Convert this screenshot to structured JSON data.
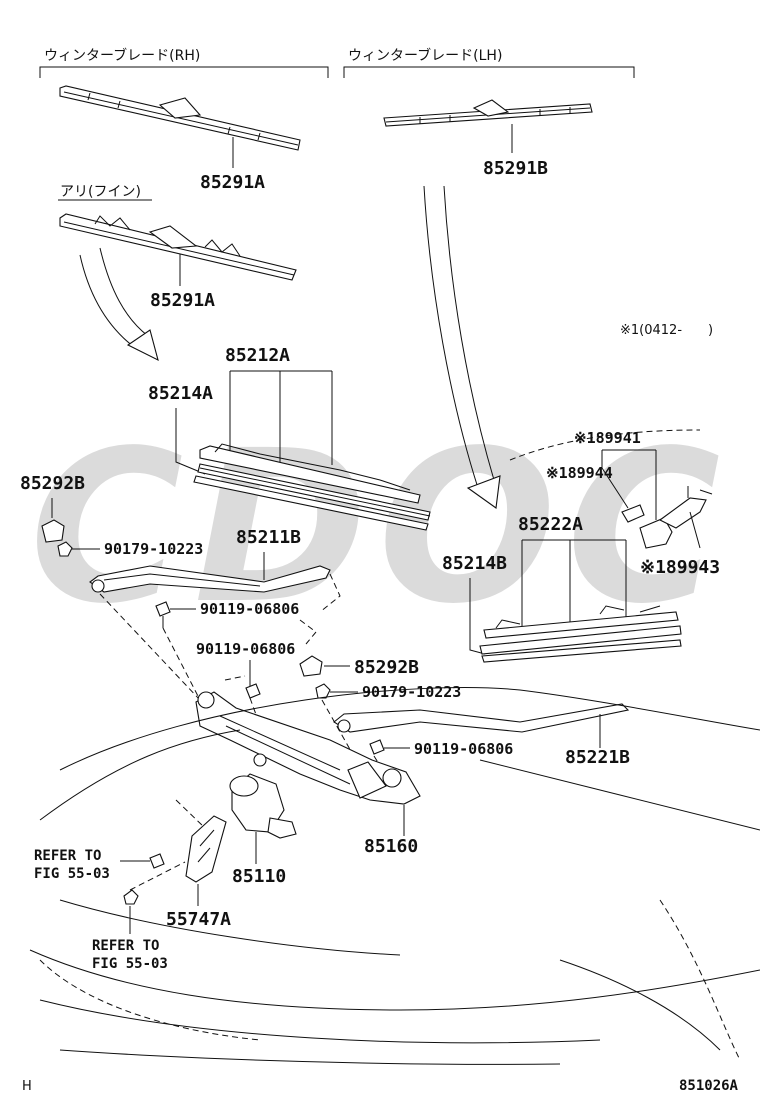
{
  "headers": {
    "rh": "ウィンターブレード(RH)",
    "lh": "ウィンターブレード(LH)",
    "ari": "アリ(フイン)",
    "note": "※1(0412-　　)"
  },
  "watermark": "CDOC",
  "labels": {
    "blade_rh_1": "85291A",
    "blade_rh_2": "85291A",
    "blade_lh": "85291B",
    "blade_assy_rh": "85212A",
    "rubber_rh": "85214A",
    "blade_assy_lh": "85222A",
    "rubber_lh": "85214B",
    "cap_1": "85292B",
    "cap_2": "85292B",
    "nut_1": "90179-10223",
    "nut_2": "90179-10223",
    "arm_rh": "85211B",
    "arm_lh": "85221B",
    "bolt_1": "90119-06806",
    "bolt_2": "90119-06806",
    "bolt_3": "90119-06806",
    "p89941": "※189941",
    "p89944": "※189944",
    "p89943": "※189943",
    "link": "85160",
    "motor": "85110",
    "bracket": "55747A",
    "refer1_a": "REFER TO",
    "refer1_b": "FIG 55-03",
    "refer2_a": "REFER TO",
    "refer2_b": "FIG 55-03"
  },
  "footer": {
    "left": "H",
    "right": "851026A"
  }
}
